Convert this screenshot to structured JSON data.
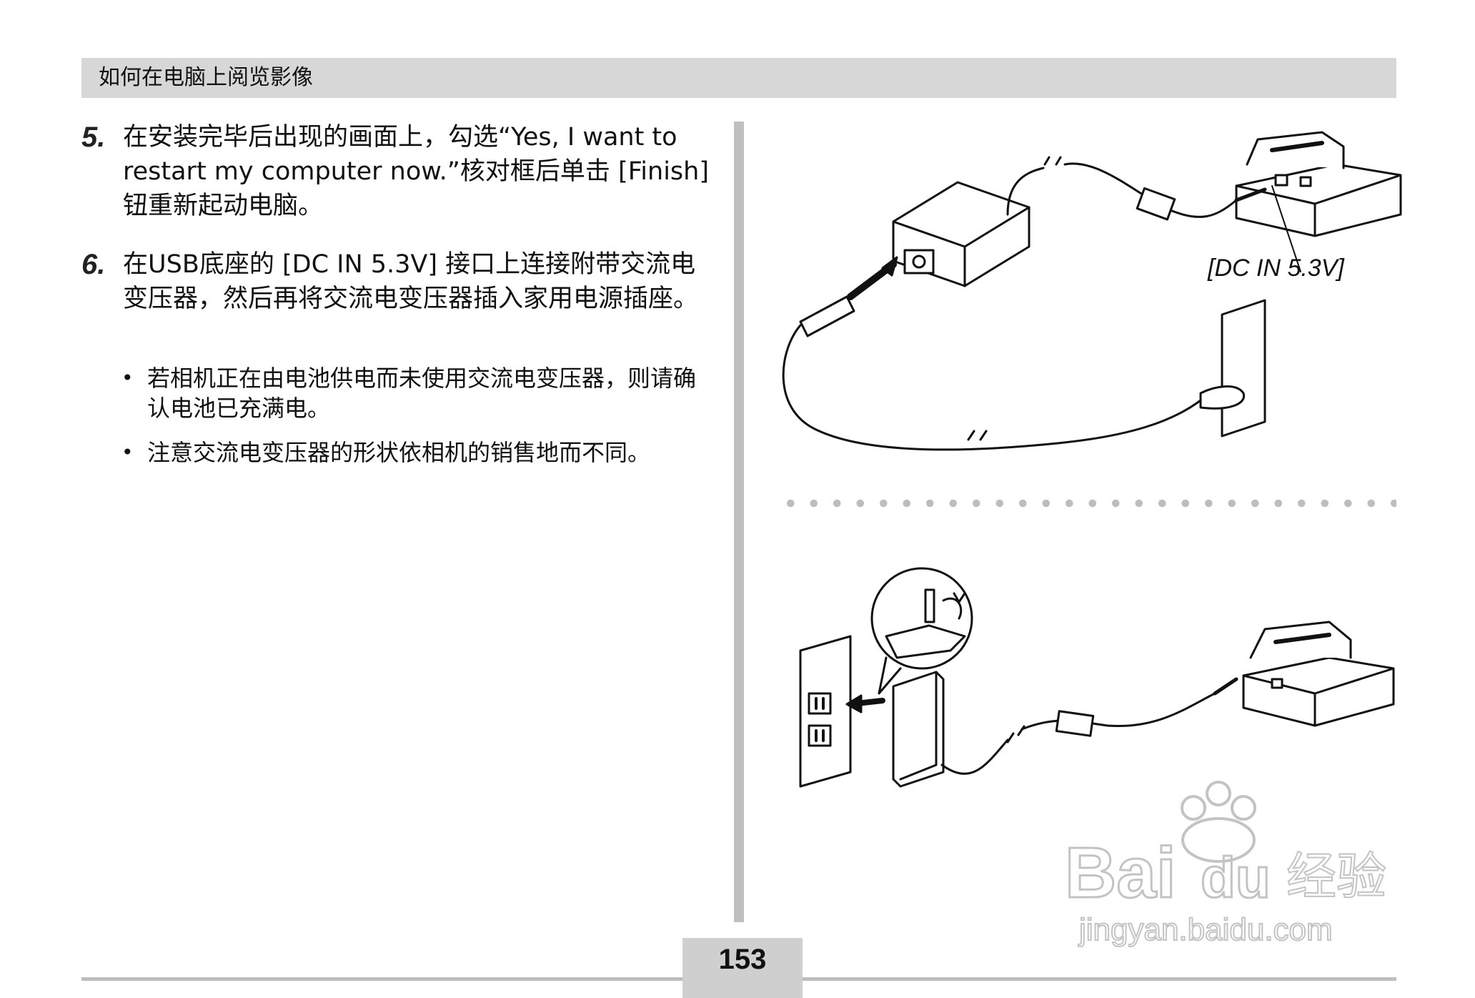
{
  "header": {
    "title": "如何在电脑上阅览影像"
  },
  "steps": [
    {
      "number": "5.",
      "text": "在安装完毕后出现的画面上，勾选“Yes, I want to restart my computer now.”核对框后单击 [Finish] 钮重新起动电脑。"
    },
    {
      "number": "6.",
      "text": "在USB底座的 [DC IN 5.3V] 接口上连接附带交流电变压器，然后再将交流电变压器插入家用电源插座。"
    }
  ],
  "bullets": [
    {
      "mark": "•",
      "text": "若相机正在由电池供电而未使用交流电变压器，则请确认电池已充满电。"
    },
    {
      "mark": "•",
      "text": "注意交流电变压器的形状依相机的销售地而不同。"
    }
  ],
  "figure_top": {
    "label": "[DC IN 5.3V]"
  },
  "watermark": {
    "brand": "Bai du 经验",
    "url": "jingyan.baidu.com"
  },
  "footer": {
    "page_number": "153"
  }
}
